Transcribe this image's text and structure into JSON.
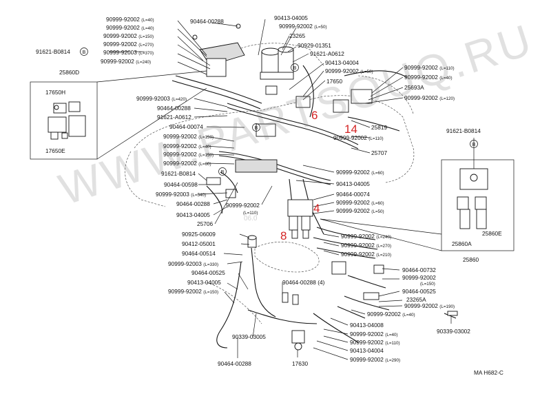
{
  "labels": {
    "p_90999_92002_l40_a": {
      "code": "90999-92002",
      "len": "(L=40)"
    },
    "p_90999_92002_l40_b": {
      "code": "90999-92002",
      "len": "(L=40)"
    },
    "p_90999_92002_l150_a": {
      "code": "90999-92002",
      "len": "(L=150)"
    },
    "p_90999_92002_l270_a": {
      "code": "90999-92002",
      "len": "(L=270)"
    },
    "p_90999_92003_l370": {
      "code": "90999-92003",
      "len": "(L=370)"
    },
    "p_90999_92002_l240_a": {
      "code": "90999-92002",
      "len": "(L=240)"
    },
    "p_91621_b0814_a": {
      "code": "91621-B0814"
    },
    "p_25860d": {
      "code": "25860D"
    },
    "p_17650h": {
      "code": "17650H"
    },
    "p_17650e": {
      "code": "17650E"
    },
    "p_90464_00288_top": {
      "code": "90464-00288"
    },
    "p_90413_04005_top": {
      "code": "90413-04005"
    },
    "p_90999_92002_l50_top": {
      "code": "90999-92002",
      "len": "(L=50)"
    },
    "p_23265": {
      "code": "23265"
    },
    "p_90929_01351": {
      "code": "90929-01351"
    },
    "p_91621_a0612_top": {
      "code": "91621-A0612"
    },
    "p_90413_04004_top": {
      "code": "90413-04004"
    },
    "p_90999_92002_l50_mid": {
      "code": "90999-92002",
      "len": "(L=50)"
    },
    "p_17650": {
      "code": "17650"
    },
    "p_90999_92002_l110_r": {
      "code": "90999-92002",
      "len": "(L=110)"
    },
    "p_90999_92002_l40_r": {
      "code": "90999-92002",
      "len": "(L=40)"
    },
    "p_25693a": {
      "code": "25693A"
    },
    "p_90999_92002_l120_r": {
      "code": "90999-92002",
      "len": "(L=120)"
    },
    "p_90999_92003_l420": {
      "code": "90999-92003",
      "len": "(L=420)"
    },
    "p_90464_00288_mid": {
      "code": "90464-00288"
    },
    "p_91621_a0612_mid": {
      "code": "91621-A0612"
    },
    "p_90464_00074_mid": {
      "code": "90464-00074"
    },
    "p_25819": {
      "code": "25819"
    },
    "p_90999_92002_l110_r2": {
      "code": "90999-92002",
      "len": "(L=110)"
    },
    "p_90999_92002_l150_b": {
      "code": "90999-92002",
      "len": "(L=150)"
    },
    "p_90999_92002_l40_c": {
      "code": "90999-92002",
      "len": "(L=40)"
    },
    "p_90999_92002_l150_c": {
      "code": "90999-92002",
      "len": "(L=150)"
    },
    "p_25707": {
      "code": "25707"
    },
    "p_90999_92002_l60_a": {
      "code": "90999-92002",
      "len": "(L=60)"
    },
    "p_91621_b0814_mid": {
      "code": "91621-B0814"
    },
    "p_90999_92002_l60_b": {
      "code": "90999-92002",
      "len": "(L=60)"
    },
    "p_90464_00598": {
      "code": "90464-00598"
    },
    "p_90413_04005_mid": {
      "code": "90413-04005"
    },
    "p_90999_92003_l540": {
      "code": "90999-92003",
      "len": "(L=540)"
    },
    "p_90464_00074_r": {
      "code": "90464-00074"
    },
    "p_90464_00288_l": {
      "code": "90464-00288"
    },
    "p_90999_92002_l60_c": {
      "code": "90999-92002",
      "len": "(L=60)"
    },
    "p_90999_92002_l110_c": {
      "code": "90999-92002",
      "len": "(L=110)"
    },
    "p_90999_92002_l50_c": {
      "code": "90999-92002",
      "len": "(L=50)"
    },
    "p_90413_04005_l": {
      "code": "90413-04005"
    },
    "p_25706": {
      "code": "25706"
    },
    "p_90925_06009": {
      "code": "90925-06009"
    },
    "p_90412_05001": {
      "code": "90412-05001"
    },
    "p_90464_00514": {
      "code": "90464-00514"
    },
    "p_90999_92003_l330": {
      "code": "90999-92003",
      "len": "(L=330)"
    },
    "p_90464_00525_l": {
      "code": "90464-00525"
    },
    "p_90413_04005_low": {
      "code": "90413-04005"
    },
    "p_90999_92002_l150_low": {
      "code": "90999-92002",
      "len": "(L=150)"
    },
    "p_90999_92002_l240_b": {
      "code": "90999-92002",
      "len": "(L=240)"
    },
    "p_90999_92002_l270_b": {
      "code": "90999-92002",
      "len": "(L=270)"
    },
    "p_90999_92002_l210": {
      "code": "90999-92002",
      "len": "(L=210)"
    },
    "p_91621_b0814_r": {
      "code": "91621-B0814"
    },
    "p_25860a": {
      "code": "25860A"
    },
    "p_25860e": {
      "code": "25860E"
    },
    "p_25860": {
      "code": "25860"
    },
    "p_90464_00732": {
      "code": "90464-00732"
    },
    "p_90999_92002_l150_r": {
      "code": "90999-92002",
      "len": "(L=150)"
    },
    "p_90464_00525_r": {
      "code": "90464-00525"
    },
    "p_23265a": {
      "code": "23265A"
    },
    "p_90999_92002_l190": {
      "code": "90999-92002",
      "len": "(L=190)"
    },
    "p_90464_00288_4": {
      "code": "90464-00288 (4)"
    },
    "p_90413_04008": {
      "code": "90413-04008"
    },
    "p_90999_92002_l40_low": {
      "code": "90999-92002",
      "len": "(L=40)"
    },
    "p_90339_03002": {
      "code": "90339-03002"
    },
    "p_90999_92002_l40_low2": {
      "code": "90999-92002",
      "len": "(L=40)"
    },
    "p_90339_03005": {
      "code": "90339-03005"
    },
    "p_90999_92002_l110_low": {
      "code": "90999-92002",
      "len": "(L=110)"
    },
    "p_90413_04004_low": {
      "code": "90413-04004"
    },
    "p_90999_92002_l290": {
      "code": "90999-92002",
      "len": "(L=290)"
    },
    "p_90464_00288_bot": {
      "code": "90464-00288"
    },
    "p_17630": {
      "code": "17630"
    }
  },
  "callouts": {
    "c6": "6",
    "c14": "14",
    "c4": "4",
    "c8": "8"
  },
  "circle_marks": {
    "b1": "B",
    "b2": "B",
    "b3": "B",
    "b4": "B",
    "b5": "B"
  },
  "watermark": {
    "text": "WWW.PARTSOUQ.RU",
    "stamp": "06.0"
  },
  "diagram_code": "MA  H682-C",
  "colors": {
    "ink": "#111111",
    "callout_red": "#d42323",
    "watermark": "#b0b0b0"
  }
}
